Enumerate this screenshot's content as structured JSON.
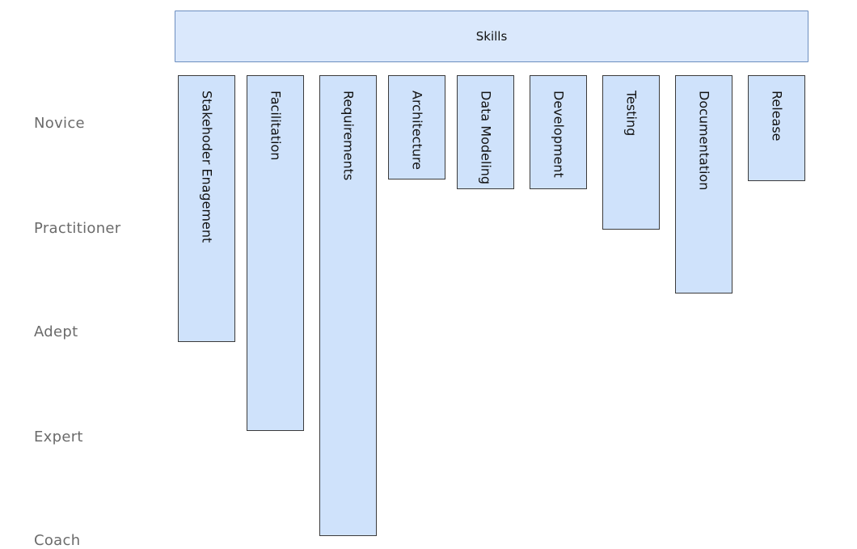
{
  "header": {
    "title": "Skills"
  },
  "levels": [
    "Novice",
    "Practitioner",
    "Adept",
    "Expert",
    "Coach"
  ],
  "skills": [
    {
      "label": "Stakehoder Enagement",
      "level": "Adept"
    },
    {
      "label": "Facilitation",
      "level": "Expert"
    },
    {
      "label": "Requirements",
      "level": "Coach"
    },
    {
      "label": "Architecture",
      "level": "Novice"
    },
    {
      "label": "Data Modeling",
      "level": "Novice"
    },
    {
      "label": "Development",
      "level": "Novice"
    },
    {
      "label": "Testing",
      "level": "Practitioner"
    },
    {
      "label": "Documentation",
      "level": "Practitioner"
    },
    {
      "label": "Release",
      "level": "Novice"
    }
  ],
  "colors": {
    "header_fill": "#dae8fc",
    "column_fill": "#cfe2fb",
    "level_text": "#6b6b6b"
  }
}
